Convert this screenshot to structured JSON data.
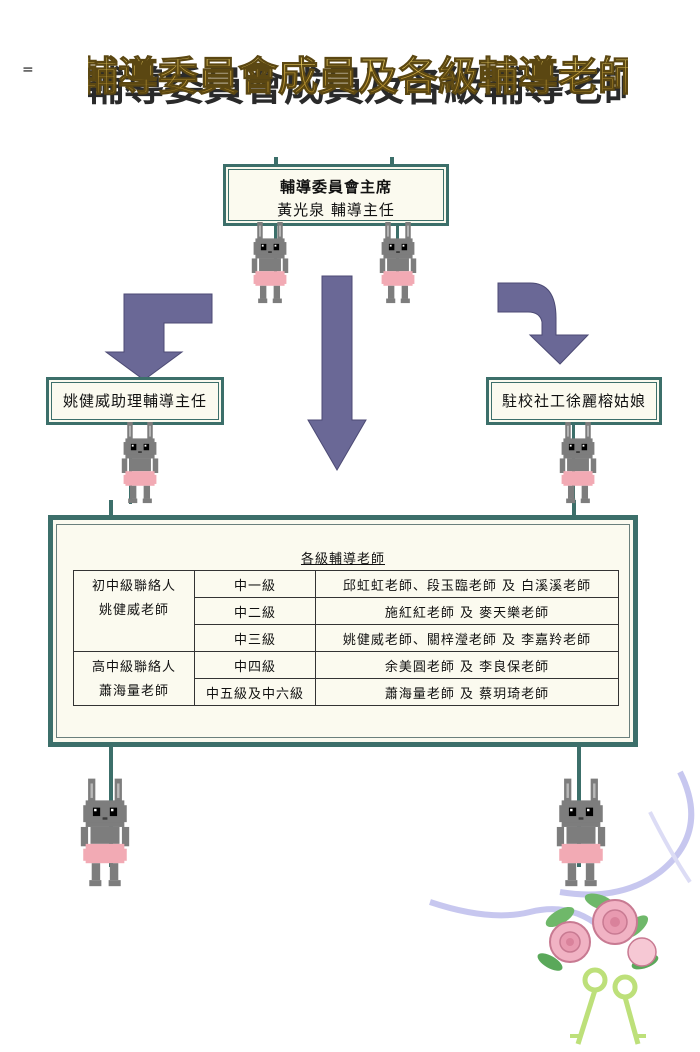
{
  "page_mark": "=",
  "title": "輔導委員會成員及各級輔導老師",
  "chair": {
    "role": "輔導委員會主席",
    "name": "黃光泉 輔導主任"
  },
  "assistant": {
    "label": "姚健威助理輔導主任"
  },
  "social_worker": {
    "label": "駐校社工徐麗榕姑娘"
  },
  "table": {
    "title": "各級輔導老師",
    "groups": [
      {
        "leader_role": "初中級聯絡人",
        "leader_name": "姚健威老師",
        "rows": [
          {
            "level": "中一級",
            "teachers": "邱虹虹老師、段玉臨老師 及 白溪溪老師"
          },
          {
            "level": "中二級",
            "teachers": "施紅紅老師 及 麥天樂老師"
          },
          {
            "level": "中三級",
            "teachers": "姚健威老師、關梓瀅老師 及 李嘉羚老師"
          }
        ]
      },
      {
        "leader_role": "高中級聯絡人",
        "leader_name": "蕭海量老師",
        "rows": [
          {
            "level": "中四級",
            "teachers": "余美圓老師 及 李良保老師"
          },
          {
            "level": "中五級及中六級",
            "teachers": "蕭海量老師 及 蔡玥琦老師"
          }
        ]
      }
    ]
  },
  "colors": {
    "frame": "#3c6f6a",
    "panel": "#fbfaef",
    "arrow": "#6a6896",
    "title_gold": "#c9a23a",
    "bunny_gray": "#7d7d7d",
    "bunny_skirt": "#f2aab4"
  },
  "decor": {
    "bunny": "bunny-icon",
    "roses": "rose-bouquet-icon",
    "keys": "keys-icon"
  }
}
